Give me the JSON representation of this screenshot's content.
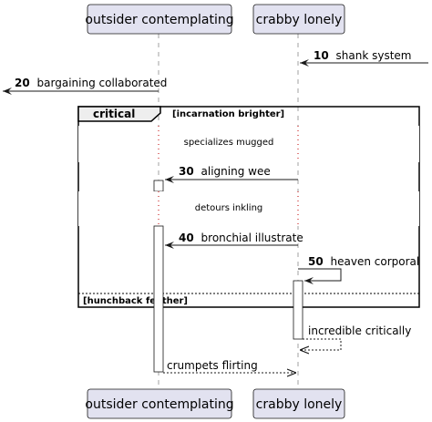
{
  "participants": [
    {
      "id": "p1",
      "label": "outsider contemplating"
    },
    {
      "id": "p2",
      "label": "crabby lonely"
    }
  ],
  "messages": [
    {
      "num": "10",
      "text": "shank system"
    },
    {
      "num": "20",
      "text": "bargaining collaborated"
    },
    {
      "num": "30",
      "text": "aligning wee"
    },
    {
      "num": "40",
      "text": "bronchial illustrate"
    },
    {
      "num": "50",
      "text": "heaven corporal"
    },
    {
      "num": "",
      "text": "incredible critically"
    },
    {
      "num": "",
      "text": "crumpets flirting"
    }
  ],
  "delays": [
    {
      "text": "specializes mugged"
    },
    {
      "text": "detours inkling"
    }
  ],
  "fragment": {
    "keyword": "critical",
    "guard_top": "[incarnation brighter]",
    "guard_bottom": "[hunchback feather]"
  },
  "colors": {
    "participant_fill": "#E2E2F0",
    "participant_stroke": "#181818",
    "lifeline": "#A0A0A0",
    "delay_dots": "#C00000",
    "fragment_header": "#EEEEEE"
  }
}
